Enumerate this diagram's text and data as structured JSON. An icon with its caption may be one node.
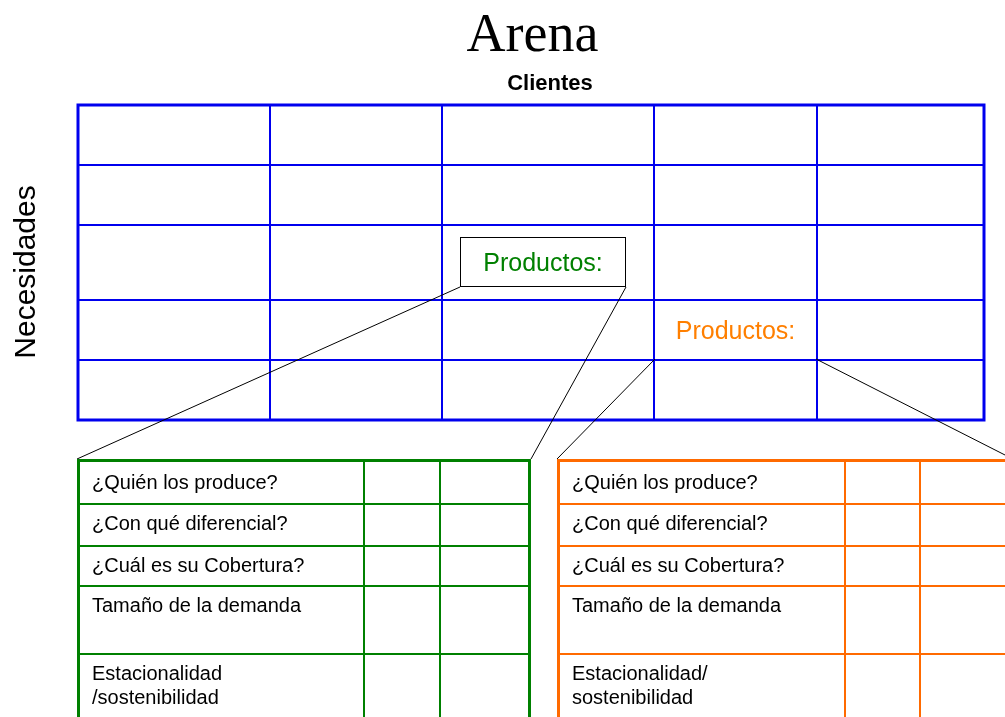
{
  "diagram": {
    "title": "Arena",
    "nodes": [
      {
        "text": [
          "Productos:"
        ]
      },
      {
        "text": [
          "Productos:"
        ]
      },
      {
        "text": [
          "¿Quién los produce?",
          "¿Con qué diferencial?",
          "¿Cuál es su Cobertura?",
          "Tamaño de la demanda",
          "Estacionalidad /sostenibilidad"
        ]
      },
      {
        "text": [
          "¿Quién los produce?",
          "¿Con qué diferencial?",
          "¿Cuál es su Cobertura?",
          "Tamaño de la demanda",
          "Estacionalidad/ sostenibilidad"
        ]
      }
    ],
    "edges": [
      {
        "from": 0,
        "to": 2,
        "arrow": "none"
      },
      {
        "from": 0,
        "to": 2,
        "arrow": "none"
      },
      {
        "from": 1,
        "to": 3,
        "arrow": "none"
      },
      {
        "from": 1,
        "to": 3,
        "arrow": "none"
      }
    ],
    "labels": [
      "Clientes",
      "Necesidades"
    ]
  }
}
